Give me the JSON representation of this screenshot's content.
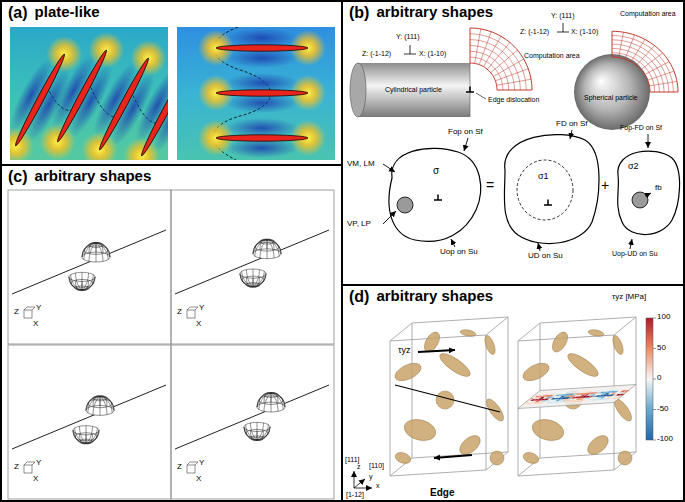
{
  "diagram": {
    "nodes": [
      {
        "text": [
          "(a)",
          "plate-like"
        ]
      },
      {
        "text": [
          "(b)",
          "arbitrary shapes"
        ]
      },
      {
        "text": [
          "(c)",
          "arbitrary shapes"
        ]
      },
      {
        "text": [
          "(d)",
          "arbitrary shapes"
        ]
      }
    ],
    "labels": [
      "Y: (111)",
      "Z: (-1-12)",
      "X: (1-10)",
      "Computation area",
      "Edge dislocation",
      "Cylindrical particle",
      "Y: (111)",
      "Z: (-1-12)",
      "X: (1-10)",
      "Computation area",
      "Spherical particle",
      "VM, LM",
      "σ",
      "VP, LP",
      "Fop on Sf",
      "Uop on Su",
      "=",
      "FD on Sf",
      "σ1",
      "UD on Su",
      "+",
      "Fop-FD on Sf",
      "σ2",
      "fb",
      "Uop-UD on Su",
      "Z",
      "Y",
      "X",
      "Z",
      "Y",
      "X",
      "Z",
      "Y",
      "X",
      "Z",
      "Y",
      "X",
      "τyz",
      "τyz [MPa]",
      "100",
      "50",
      "0",
      "-50",
      "-100",
      "[111]",
      "z",
      "[110]",
      "y",
      "[1-12]",
      "x",
      "Edge"
    ]
  }
}
